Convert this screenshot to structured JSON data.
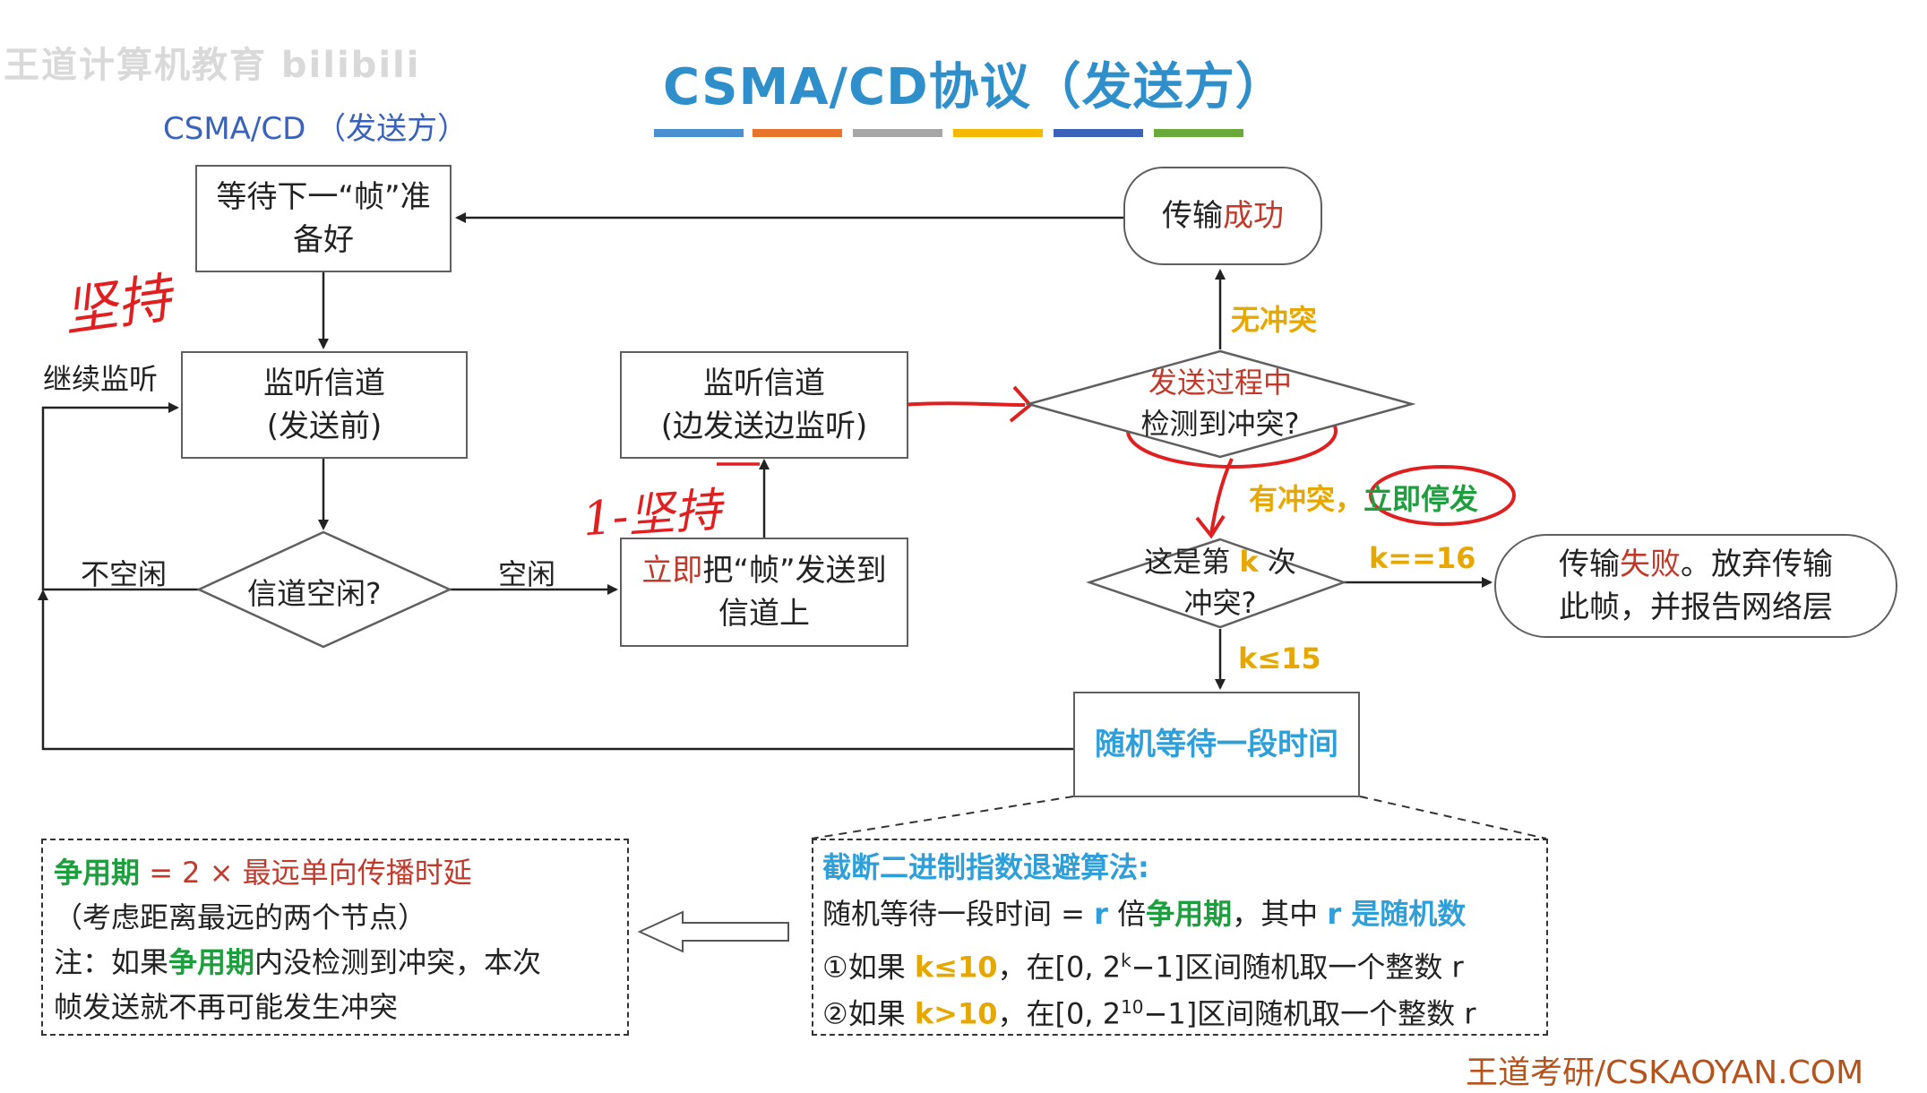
{
  "header": {
    "watermark": "王道计算机教育 bilibili",
    "title": "CSMA/CD协议（发送方）",
    "subtitle": "CSMA/CD （发送方）",
    "color_bars": [
      "#4a90d0",
      "#e8742c",
      "#a6a6a6",
      "#f5b800",
      "#3a62b8",
      "#6aaa3a"
    ]
  },
  "flow": {
    "wait_box": {
      "line1": "等待下一“帧”准",
      "line2": "备好"
    },
    "listen_before": {
      "line1": "监听信道",
      "line2": "(发送前)"
    },
    "idle_diamond": "信道空闲?",
    "not_idle_label": "不空闲",
    "continue_label": "继续监听",
    "idle_label": "空闲",
    "send_box": {
      "prefix": "立即",
      "line1_rest": "把“帧”发送到",
      "line2": "信道上"
    },
    "listen_during": {
      "line1": "监听信道",
      "line2": "(边发送边监听)"
    },
    "detect_diamond": {
      "line1": "发送过程中",
      "line2": "检测到冲突?"
    },
    "no_collision_label": "无冲突",
    "success_box": {
      "prefix": "传输",
      "highlight": "成功"
    },
    "collision_label": {
      "part1": "有冲突，",
      "part2": "立即停发"
    },
    "kth_diamond": {
      "line1a": "这是第 ",
      "k": "k",
      "line1b": " 次",
      "line2": "冲突?"
    },
    "k16_label": "k==16",
    "fail_box": {
      "prefix": "传输",
      "highlight": "失败",
      "line1_rest": "。放弃传输",
      "line2": "此帧，并报告网络层"
    },
    "k15_label": "k≤15",
    "random_wait": "随机等待一段时间"
  },
  "notes_left": {
    "line1_a": "争用期",
    "line1_b": " = 2 × 最远单向传播时延",
    "line2": "（考虑距离最远的两个节点）",
    "line3_a": "注：如果",
    "line3_b": "争用期",
    "line3_c": "内没检测到冲突，本次",
    "line4": "帧发送就不再可能发生冲突"
  },
  "notes_right": {
    "heading": "截断二进制指数退避算法:",
    "line2_a": "随机等待一段时间 = ",
    "line2_r": "r",
    "line2_b": " 倍",
    "line2_c": "争用期",
    "line2_d": "，其中 ",
    "line2_r2": "r",
    "line2_e": " 是随机数",
    "line3_a": "①如果 ",
    "line3_k": "k≤10",
    "line3_b": "，在[0, 2",
    "line3_sup": "k",
    "line3_c": "−1]区间随机取一个整数 r",
    "line4_a": "②如果 ",
    "line4_k": "k>10",
    "line4_b": "，在[0, 2",
    "line4_sup": "10",
    "line4_c": "−1]区间随机取一个整数 r"
  },
  "handwriting": {
    "persist": "坚持",
    "one_persist": "1-坚持"
  },
  "footer": "王道考研/CSKAOYAN.COM"
}
